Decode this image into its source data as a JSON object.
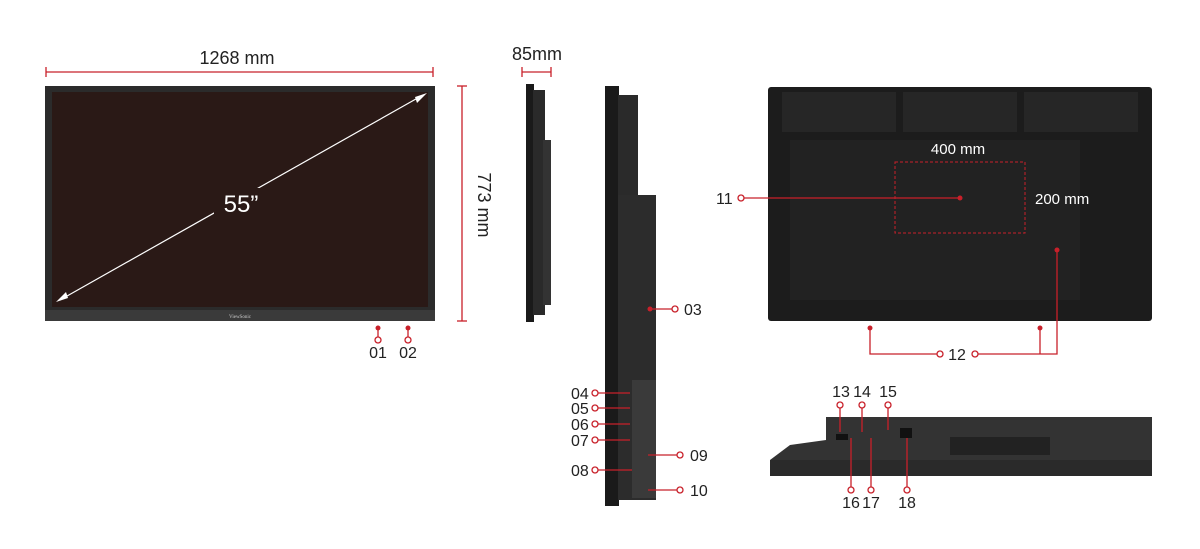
{
  "dimensions": {
    "width": "1268 mm",
    "height": "773 mm",
    "depth": "85mm",
    "diagonal": "55”",
    "vesa_width": "400  mm",
    "vesa_height": "200 mm"
  },
  "brand_logo": "ViewSonic",
  "callouts": {
    "c01": "01",
    "c02": "02",
    "c03": "03",
    "c04": "04",
    "c05": "05",
    "c06": "06",
    "c07": "07",
    "c08": "08",
    "c09": "09",
    "c10": "10",
    "c11": "11",
    "c12": "12",
    "c13": "13",
    "c14": "14",
    "c15": "15",
    "c16": "16",
    "c17": "17",
    "c18": "18"
  },
  "colors": {
    "accent": "#c8202a",
    "screen": "#2a1916",
    "body": "#1c1c1c"
  }
}
